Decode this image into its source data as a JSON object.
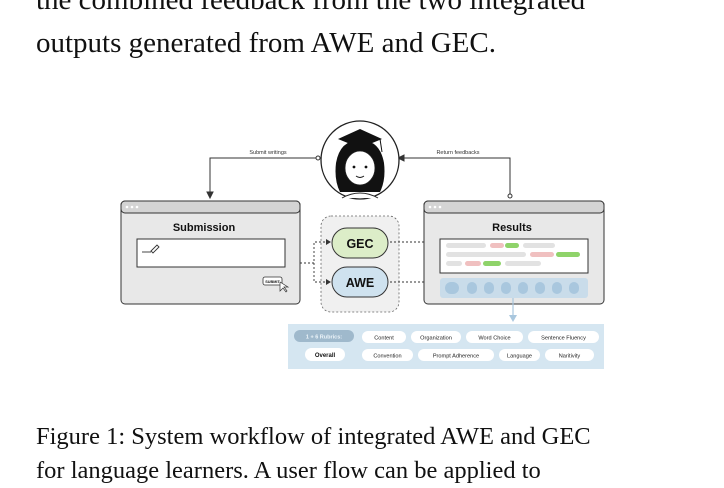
{
  "body_text": {
    "line1": "the combined feedback from the two integrated",
    "line2": "outputs generated from AWE and GEC."
  },
  "figure": {
    "submit_label": "Submit writings",
    "return_label": "Return feedbacks",
    "submission_title": "Submission",
    "results_title": "Results",
    "gec_label": "GEC",
    "awe_label": "AWE",
    "submit_button": "SUBMIT",
    "rubrics_label": "1 + 6 Rubrics:",
    "overall_label": "Overall",
    "rubrics_row1": [
      "Content",
      "Organization",
      "Word Choice",
      "Sentence Fluency"
    ],
    "rubrics_row2": [
      "Convention",
      "Prompt Adherence",
      "Language",
      "Naritivity"
    ],
    "colors": {
      "gec_green": "#dcedc8",
      "awe_blue": "#cfe2ef",
      "highlight_green": "#8fd36a",
      "highlight_pink": "#f0c0c0",
      "panel_gray": "#e8e8e8",
      "rubric_bg": "#d5e6f1"
    }
  },
  "caption": {
    "line1": "Figure 1: System workflow of integrated AWE and GEC",
    "line2": "for language learners.  A user flow can be applied to"
  }
}
